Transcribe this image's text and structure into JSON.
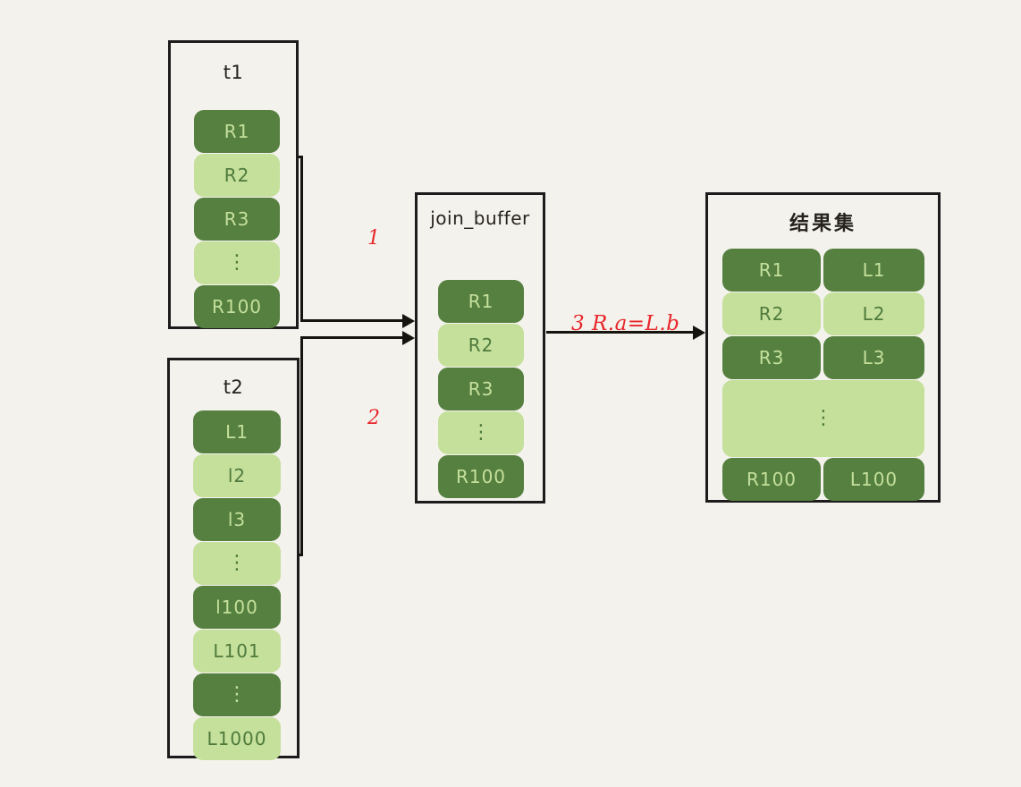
{
  "diagram": {
    "title": "join_buffer (Block Nested-Loop Join) diagram",
    "background_color": "#f4f2ed",
    "dark_green": "#568040",
    "light_green": "#c4e09b",
    "red_accent": "#e8262a",
    "border_color": "#1c1c1c"
  },
  "boxes": {
    "t1": {
      "title": "t1",
      "rows": [
        {
          "label": "R1",
          "shade": "dark"
        },
        {
          "label": "R2",
          "shade": "light"
        },
        {
          "label": "R3",
          "shade": "dark"
        },
        {
          "label": "⋮",
          "shade": "light"
        },
        {
          "label": "R100",
          "shade": "dark"
        }
      ]
    },
    "t2": {
      "title": "t2",
      "rows": [
        {
          "label": "L1",
          "shade": "dark"
        },
        {
          "label": "l2",
          "shade": "light"
        },
        {
          "label": "l3",
          "shade": "dark"
        },
        {
          "label": "⋮",
          "shade": "light"
        },
        {
          "label": "l100",
          "shade": "dark"
        },
        {
          "label": "L101",
          "shade": "light"
        },
        {
          "label": "⋮",
          "shade": "dark"
        },
        {
          "label": "L1000",
          "shade": "light"
        }
      ]
    },
    "join_buffer": {
      "title": "join_buffer",
      "rows": [
        {
          "label": "R1",
          "shade": "dark"
        },
        {
          "label": "R2",
          "shade": "light"
        },
        {
          "label": "R3",
          "shade": "dark"
        },
        {
          "label": "⋮",
          "shade": "light"
        },
        {
          "label": "R100",
          "shade": "dark"
        }
      ]
    },
    "result": {
      "title": "结果集",
      "rows": [
        {
          "left": "R1",
          "right": "L1",
          "shade": "dark"
        },
        {
          "left": "R2",
          "right": "L2",
          "shade": "light"
        },
        {
          "left": "R3",
          "right": "L3",
          "shade": "dark"
        },
        {
          "left": "",
          "right": "",
          "shade": "light",
          "merged": true,
          "label": "⋮"
        },
        {
          "left": "R100",
          "right": "L100",
          "shade": "dark"
        }
      ]
    }
  },
  "connectors": {
    "step1_label": "1",
    "step2_label": "2",
    "step3_label": "3  R.a=L.b"
  }
}
